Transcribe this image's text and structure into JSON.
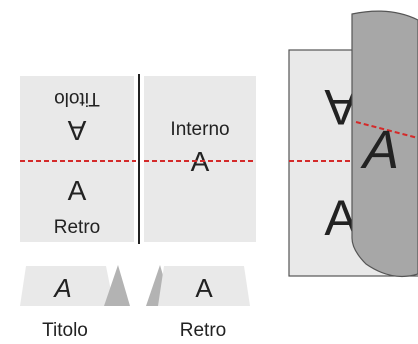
{
  "colors": {
    "panel": "#e9e9e9",
    "fold_line": "#d42a2a",
    "divider": "#222222",
    "ink": "#1e1e1e",
    "flap": "#b3b3b3",
    "curled_sheet": "#a7a7a7",
    "sheet_outline": "#555555"
  },
  "left_panel": {
    "top_letter": "A",
    "top_label": "Titolo",
    "bottom_letter": "A",
    "bottom_label": "Retro"
  },
  "right_panel": {
    "top_label": "Interno",
    "center_letter": "A"
  },
  "cards": {
    "left": {
      "letter": "A",
      "caption": "Titolo"
    },
    "right": {
      "letter": "A",
      "caption": "Retro"
    }
  },
  "folded_sheet": {
    "top_letter": "A",
    "bottom_letter": "A",
    "fold_letter": "A"
  }
}
